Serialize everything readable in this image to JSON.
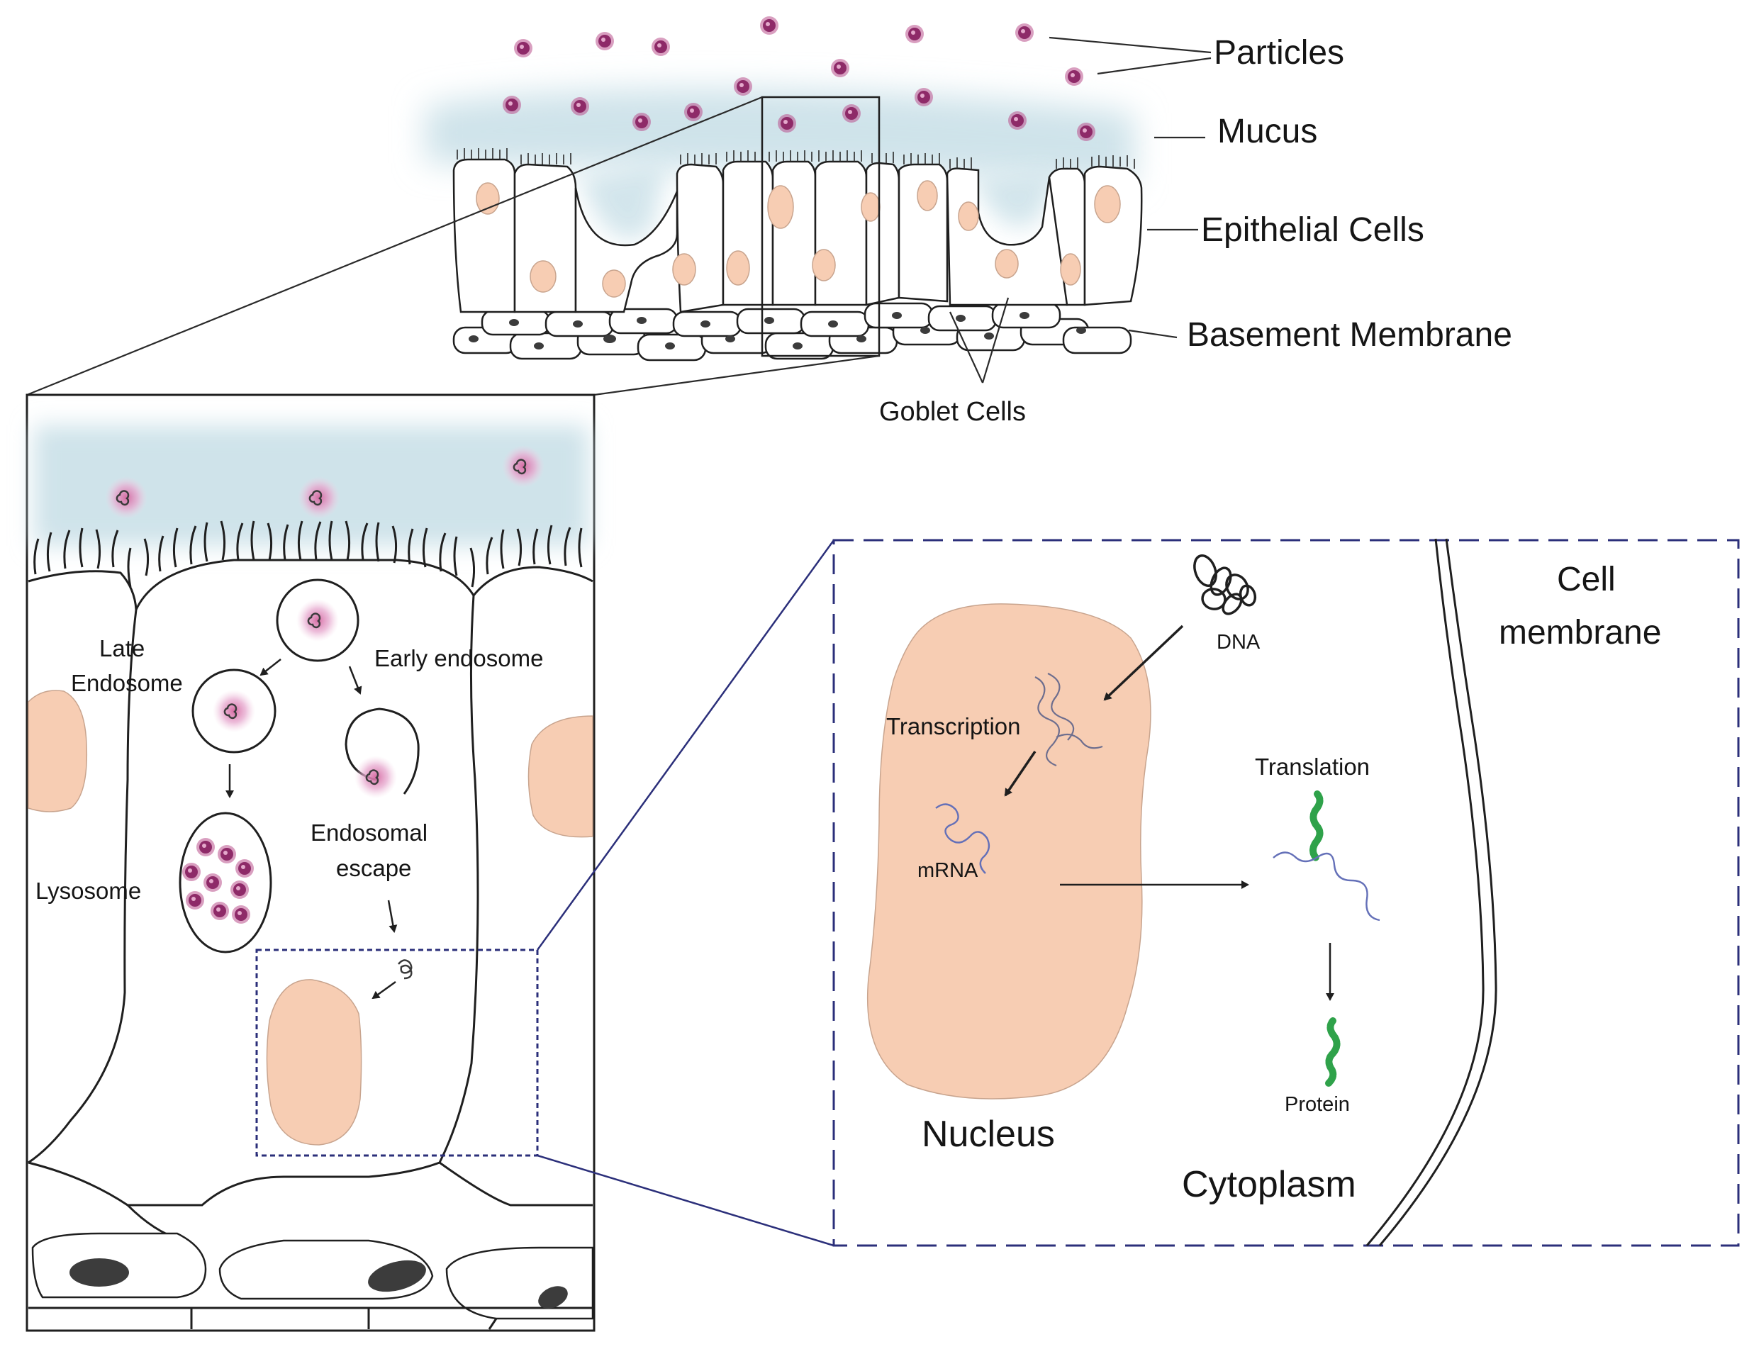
{
  "labels": {
    "particles": "Particles",
    "mucus": "Mucus",
    "epithelial_cells": "Epithelial Cells",
    "basement_membrane": "Basement Membrane",
    "goblet_cells": "Goblet Cells",
    "late_endosome_1": "Late",
    "late_endosome_2": "Endosome",
    "early_endosome": "Early endosome",
    "endosomal_escape_1": "Endosomal",
    "endosomal_escape_2": "escape",
    "lysosome": "Lysosome",
    "dna": "DNA",
    "transcription": "Transcription",
    "mrna": "mRNA",
    "translation": "Translation",
    "protein": "Protein",
    "nucleus": "Nucleus",
    "cytoplasm": "Cytoplasm",
    "cell_membrane_1": "Cell",
    "cell_membrane_2": "membrane"
  },
  "colors": {
    "mucus": "#cfe3ea",
    "particle": "#9a2f72",
    "particle_halo": "#e7a9cf",
    "nucleus": "#f7cdb3",
    "dark_nucleus": "#3c3c3c",
    "protein": "#2fa24a",
    "mrna": "#6470b8",
    "zoom_frame": "#2b2f7a"
  }
}
